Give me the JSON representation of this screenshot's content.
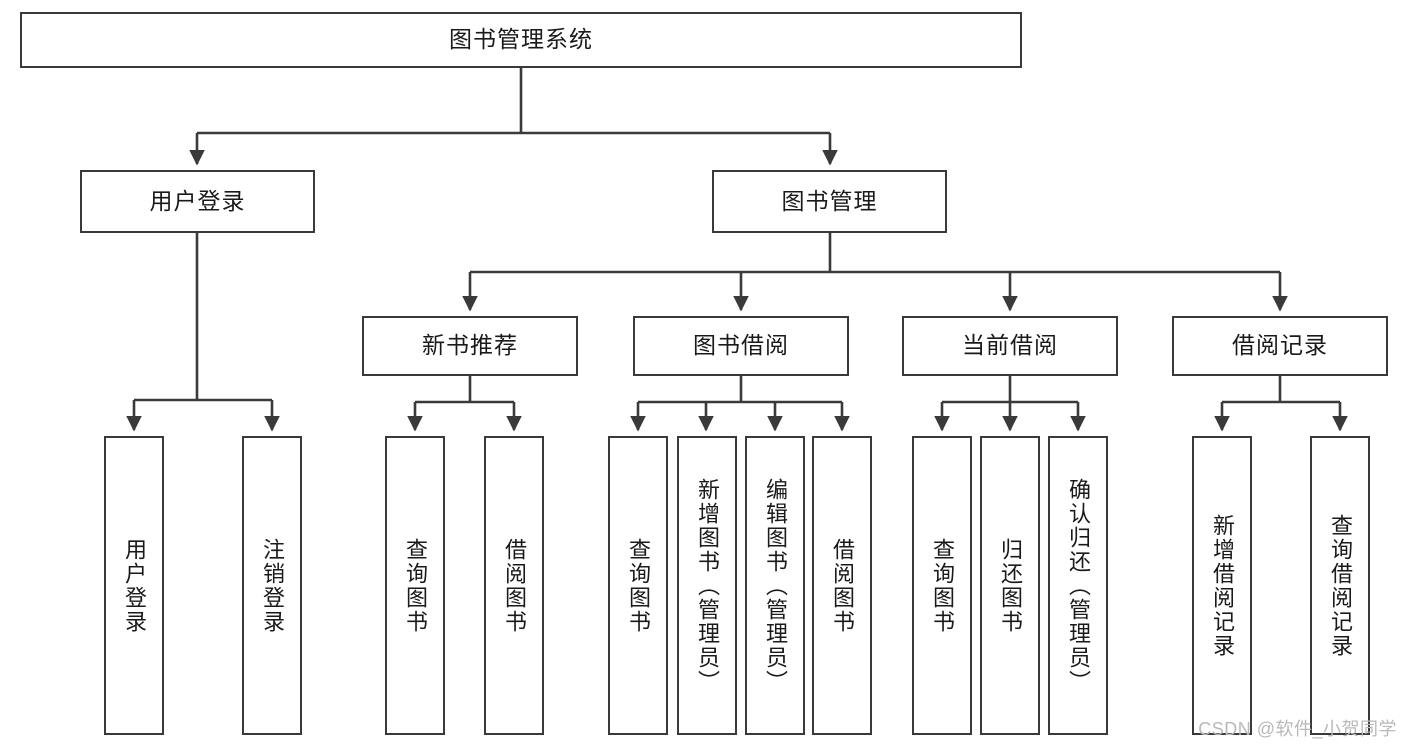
{
  "diagram": {
    "title": "图书管理系统",
    "type": "tree-hierarchy",
    "watermark": "CSDN @软件_小贺同学",
    "colors": {
      "stroke": "#3a3a3a",
      "fill": "#ffffff",
      "text": "#1a1a1a",
      "watermark": "#b9b9b9"
    },
    "root": {
      "label": "图书管理系统"
    },
    "level1": [
      {
        "label": "用户登录"
      },
      {
        "label": "图书管理"
      }
    ],
    "level2": [
      {
        "label": "新书推荐"
      },
      {
        "label": "图书借阅"
      },
      {
        "label": "当前借阅"
      },
      {
        "label": "借阅记录"
      }
    ],
    "leaves": {
      "user_login": [
        {
          "label": "用户登录"
        },
        {
          "label": "注销登录"
        }
      ],
      "new_book": [
        {
          "label": "查询图书"
        },
        {
          "label": "借阅图书"
        }
      ],
      "book_borrow": [
        {
          "label": "查询图书"
        },
        {
          "label": "新增图书（管理员）"
        },
        {
          "label": "编辑图书（管理员）"
        },
        {
          "label": "借阅图书"
        }
      ],
      "current_borrow": [
        {
          "label": "查询图书"
        },
        {
          "label": "归还图书"
        },
        {
          "label": "确认归还（管理员）"
        }
      ],
      "borrow_record": [
        {
          "label": "新增借阅记录"
        },
        {
          "label": "查询借阅记录"
        }
      ]
    }
  }
}
